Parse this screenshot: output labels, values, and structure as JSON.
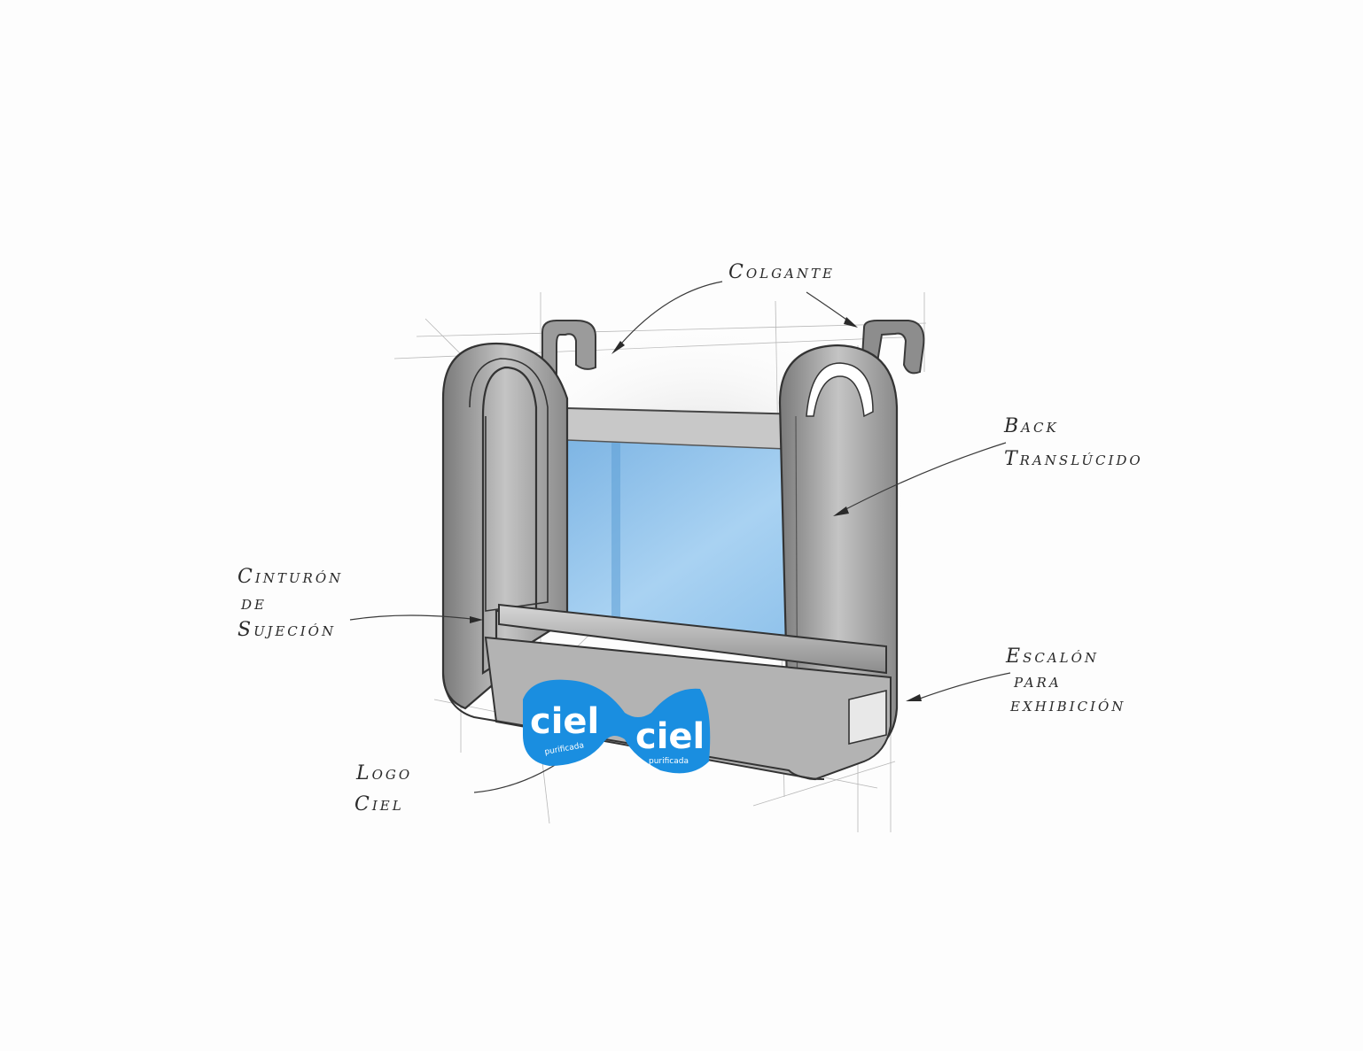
{
  "labels": {
    "colgante": "Colgante",
    "back_line1": "Back",
    "back_line2": "Translúcido",
    "cinturon_line1": "Cinturón",
    "cinturon_line2": "de",
    "cinturon_line3": "Sujeción",
    "escalon_line1": "Escalón",
    "escalon_line2": "para",
    "escalon_line3": "exhibición",
    "logo_line1": "Logo",
    "logo_line2": "Ciel"
  },
  "logo": {
    "brand": "ciel",
    "subtitle": "purificada"
  },
  "colors": {
    "frame": "#9a9a9a",
    "frame_shadow": "#6e6e6e",
    "panel": "#8fc2ea",
    "logo_blue": "#1a8ee0",
    "ink": "#2a2a2a"
  }
}
